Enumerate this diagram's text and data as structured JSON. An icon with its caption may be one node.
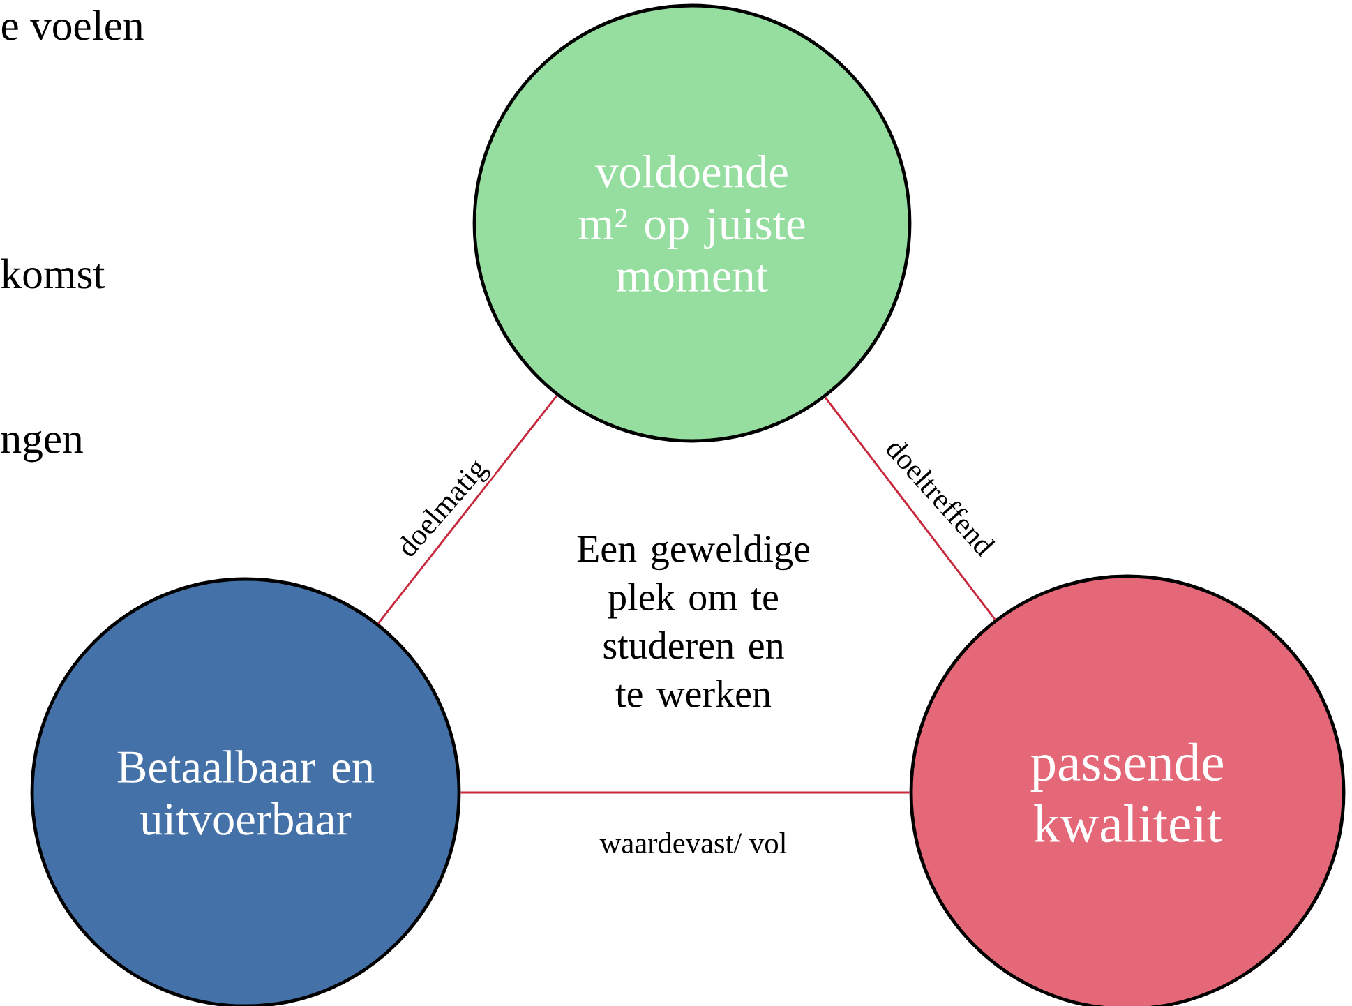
{
  "diagram": {
    "nodes": [
      {
        "text": [
          "voldoende m² op juiste moment"
        ]
      },
      {
        "text": [
          "Betaalbaar en uitvoerbaar"
        ]
      },
      {
        "text": [
          "passende kwaliteit"
        ]
      }
    ],
    "edges": [
      {
        "from": 0,
        "to": 1,
        "arrow": "none",
        "label": "doelmatig"
      },
      {
        "from": 0,
        "to": 2,
        "arrow": "none",
        "label": "doeltreffend"
      },
      {
        "from": 1,
        "to": 2,
        "arrow": "none",
        "label": "waardevast/ vol"
      }
    ],
    "labels": [
      "e voelen",
      "komst",
      "ngen",
      "Een geweldige plek om te studeren en te werken"
    ]
  }
}
